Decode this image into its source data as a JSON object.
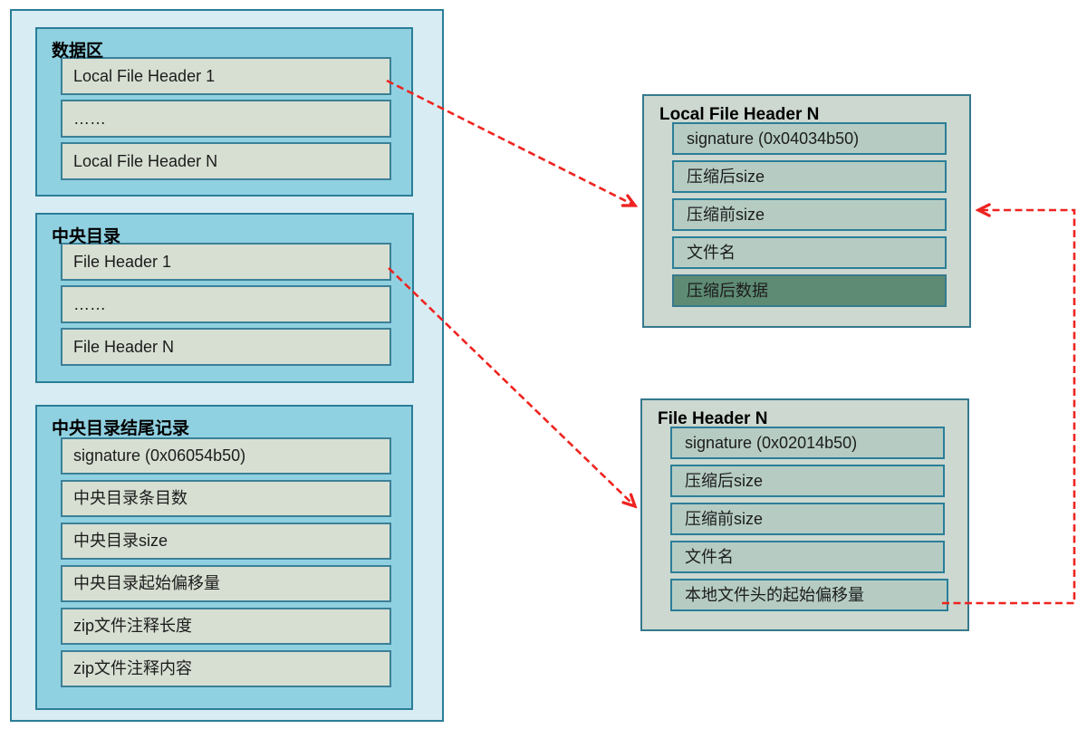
{
  "left_panel": {
    "sections": [
      {
        "title": "数据区",
        "rows": [
          "Local File Header 1",
          "……",
          "Local File Header N"
        ]
      },
      {
        "title": "中央目录",
        "rows": [
          "File Header 1",
          "……",
          "File Header N"
        ]
      },
      {
        "title": "中央目录结尾记录",
        "rows": [
          "signature (0x06054b50)",
          "中央目录条目数",
          "中央目录size",
          "中央目录起始偏移量",
          "zip文件注释长度",
          "zip文件注释内容"
        ]
      }
    ]
  },
  "detail_boxes": [
    {
      "title": "Local File Header N",
      "rows": [
        "signature (0x04034b50)",
        "压缩后size",
        "压缩前size",
        "文件名",
        "压缩后数据"
      ],
      "highlighted_row": "压缩后数据"
    },
    {
      "title": "File Header N",
      "rows": [
        "signature (0x02014b50)",
        "压缩后size",
        "压缩前size",
        "文件名",
        "本地文件头的起始偏移量"
      ]
    }
  ],
  "arrows": [
    {
      "from": "Local File Header 1",
      "to": "Local File Header N",
      "style": "dashed"
    },
    {
      "from": "File Header 1",
      "to": "File Header N",
      "style": "dashed"
    },
    {
      "from": "本地文件头的起始偏移量",
      "to": "Local File Header N",
      "style": "dashed"
    }
  ],
  "colors": {
    "container-bg": "#d8ecf3",
    "section-bg": "#90d1e1",
    "left-row-bg": "#d7dfd2",
    "detail-box-bg": "#ccd8d0",
    "detail-row-bg": "#b6ccc3",
    "dark-row-bg": "#5e8b74",
    "border-teal": "#2b7e98",
    "arrow-red": "#ee2420"
  }
}
